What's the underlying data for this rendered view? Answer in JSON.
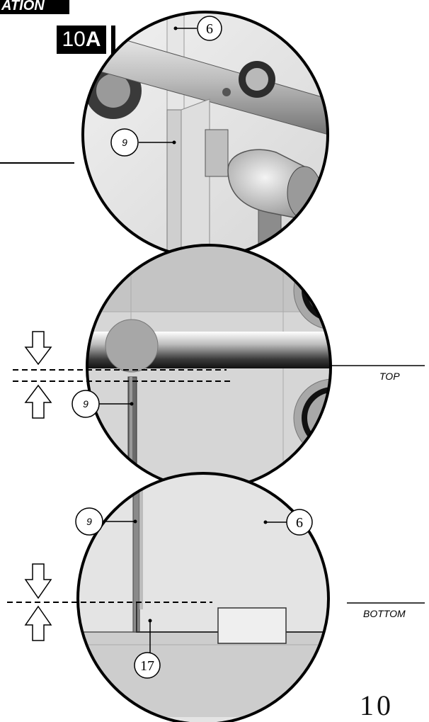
{
  "header": {
    "section_title": "ATION"
  },
  "step": {
    "number": "10",
    "letter": "A"
  },
  "labels": {
    "top": "TOP",
    "bottom": "BOTTOM"
  },
  "callouts": {
    "top_six": "6",
    "top_nine": "9",
    "middle_nine": "9",
    "bottom_nine": "9",
    "bottom_six": "6",
    "bottom_seventeen": "17"
  },
  "page": {
    "number": "10"
  }
}
